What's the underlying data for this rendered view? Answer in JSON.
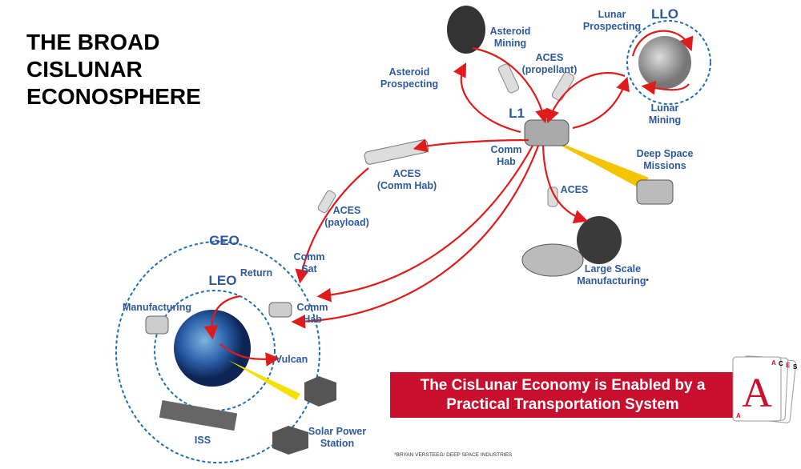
{
  "title": [
    "THE BROAD",
    "CISLUNAR",
    "ECONOSPHERE"
  ],
  "labels": {
    "asteroid_mining": [
      "Asteroid",
      "Mining"
    ],
    "asteroid_prospecting": [
      "Asteroid",
      "Prospecting"
    ],
    "aces_propellant": [
      "ACES",
      "(propellant)"
    ],
    "lunar_prospecting": [
      "Lunar",
      "Prospecting"
    ],
    "llo": "LLO",
    "lunar_mining": [
      "Lunar",
      "Mining"
    ],
    "l1": "L1",
    "comm_hab_l1": [
      "Comm",
      "Hab"
    ],
    "deep_space": [
      "Deep Space",
      "Missions"
    ],
    "aces_comm_hab": [
      "ACES",
      "(Comm Hab)"
    ],
    "aces": "ACES",
    "aces_payload": [
      "ACES",
      "(payload)"
    ],
    "large_scale": [
      "Large Scale",
      "Manufacturing"
    ],
    "large_scale_mark": "*",
    "geo": "GEO",
    "leo": "LEO",
    "return": "Return",
    "comm_sat": [
      "Comm",
      "Sat"
    ],
    "comm_hab_leo": [
      "Comm",
      "Hab"
    ],
    "manufacturing": "Manufacturing",
    "vulcan": "Vulcan",
    "iss": "ISS",
    "solar": [
      "Solar Power",
      "Station"
    ]
  },
  "banner": [
    "The CisLunar Economy is Enabled by a",
    "Practical Transportation System"
  ],
  "logo": {
    "big": "A",
    "small": "A",
    "letters": [
      "A",
      "C",
      "E",
      "S"
    ]
  },
  "footnote": "*BRYAN VERSTEEG/ DEEP SPACE INDUSTRIES",
  "colors": {
    "label": "#2e5a9c",
    "arrow": "#e01b1b",
    "banner": "#c8102e",
    "orbit": "#1f6fb0"
  }
}
